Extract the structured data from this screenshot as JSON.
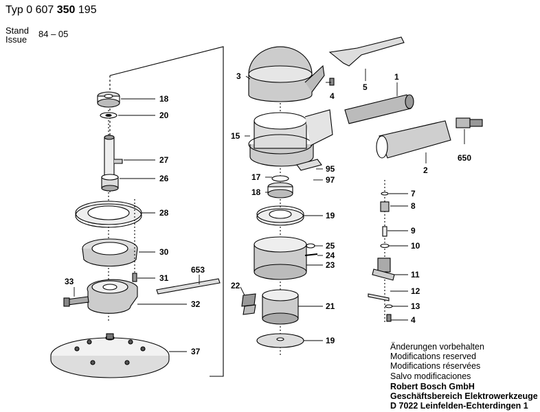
{
  "header": {
    "typ_label": "Typ",
    "typ_prefix": "0 607",
    "typ_bold": "350",
    "typ_suffix": "195",
    "stand_label": "Stand",
    "issue_label": "Issue",
    "issue_value": "84 – 05"
  },
  "notes": [
    "Änderungen vorbehalten",
    "Modifications reserved",
    "Modifications réservées",
    "Salvo modificaciones"
  ],
  "company": [
    "Robert Bosch GmbH",
    "Geschäftsbereich Elektrowerkzeuge",
    "D 7022 Leinfelden-Echterdingen 1"
  ],
  "part_labels": {
    "p18a": "18",
    "p20": "20",
    "p27": "27",
    "p26": "26",
    "p28": "28",
    "p30": "30",
    "p31": "31",
    "p653": "653",
    "p33": "33",
    "p32": "32",
    "p37": "37",
    "p3": "3",
    "p4a": "4",
    "p5": "5",
    "p1": "1",
    "p15": "15",
    "p650": "650",
    "p2": "2",
    "p95": "95",
    "p17": "17",
    "p97": "97",
    "p18b": "18",
    "p7": "7",
    "p8": "8",
    "p19a": "19",
    "p9": "9",
    "p10": "10",
    "p25": "25",
    "p24": "24",
    "p23": "23",
    "p11": "11",
    "p22": "22",
    "p12": "12",
    "p21": "21",
    "p13": "13",
    "p4b": "4",
    "p19b": "19"
  }
}
